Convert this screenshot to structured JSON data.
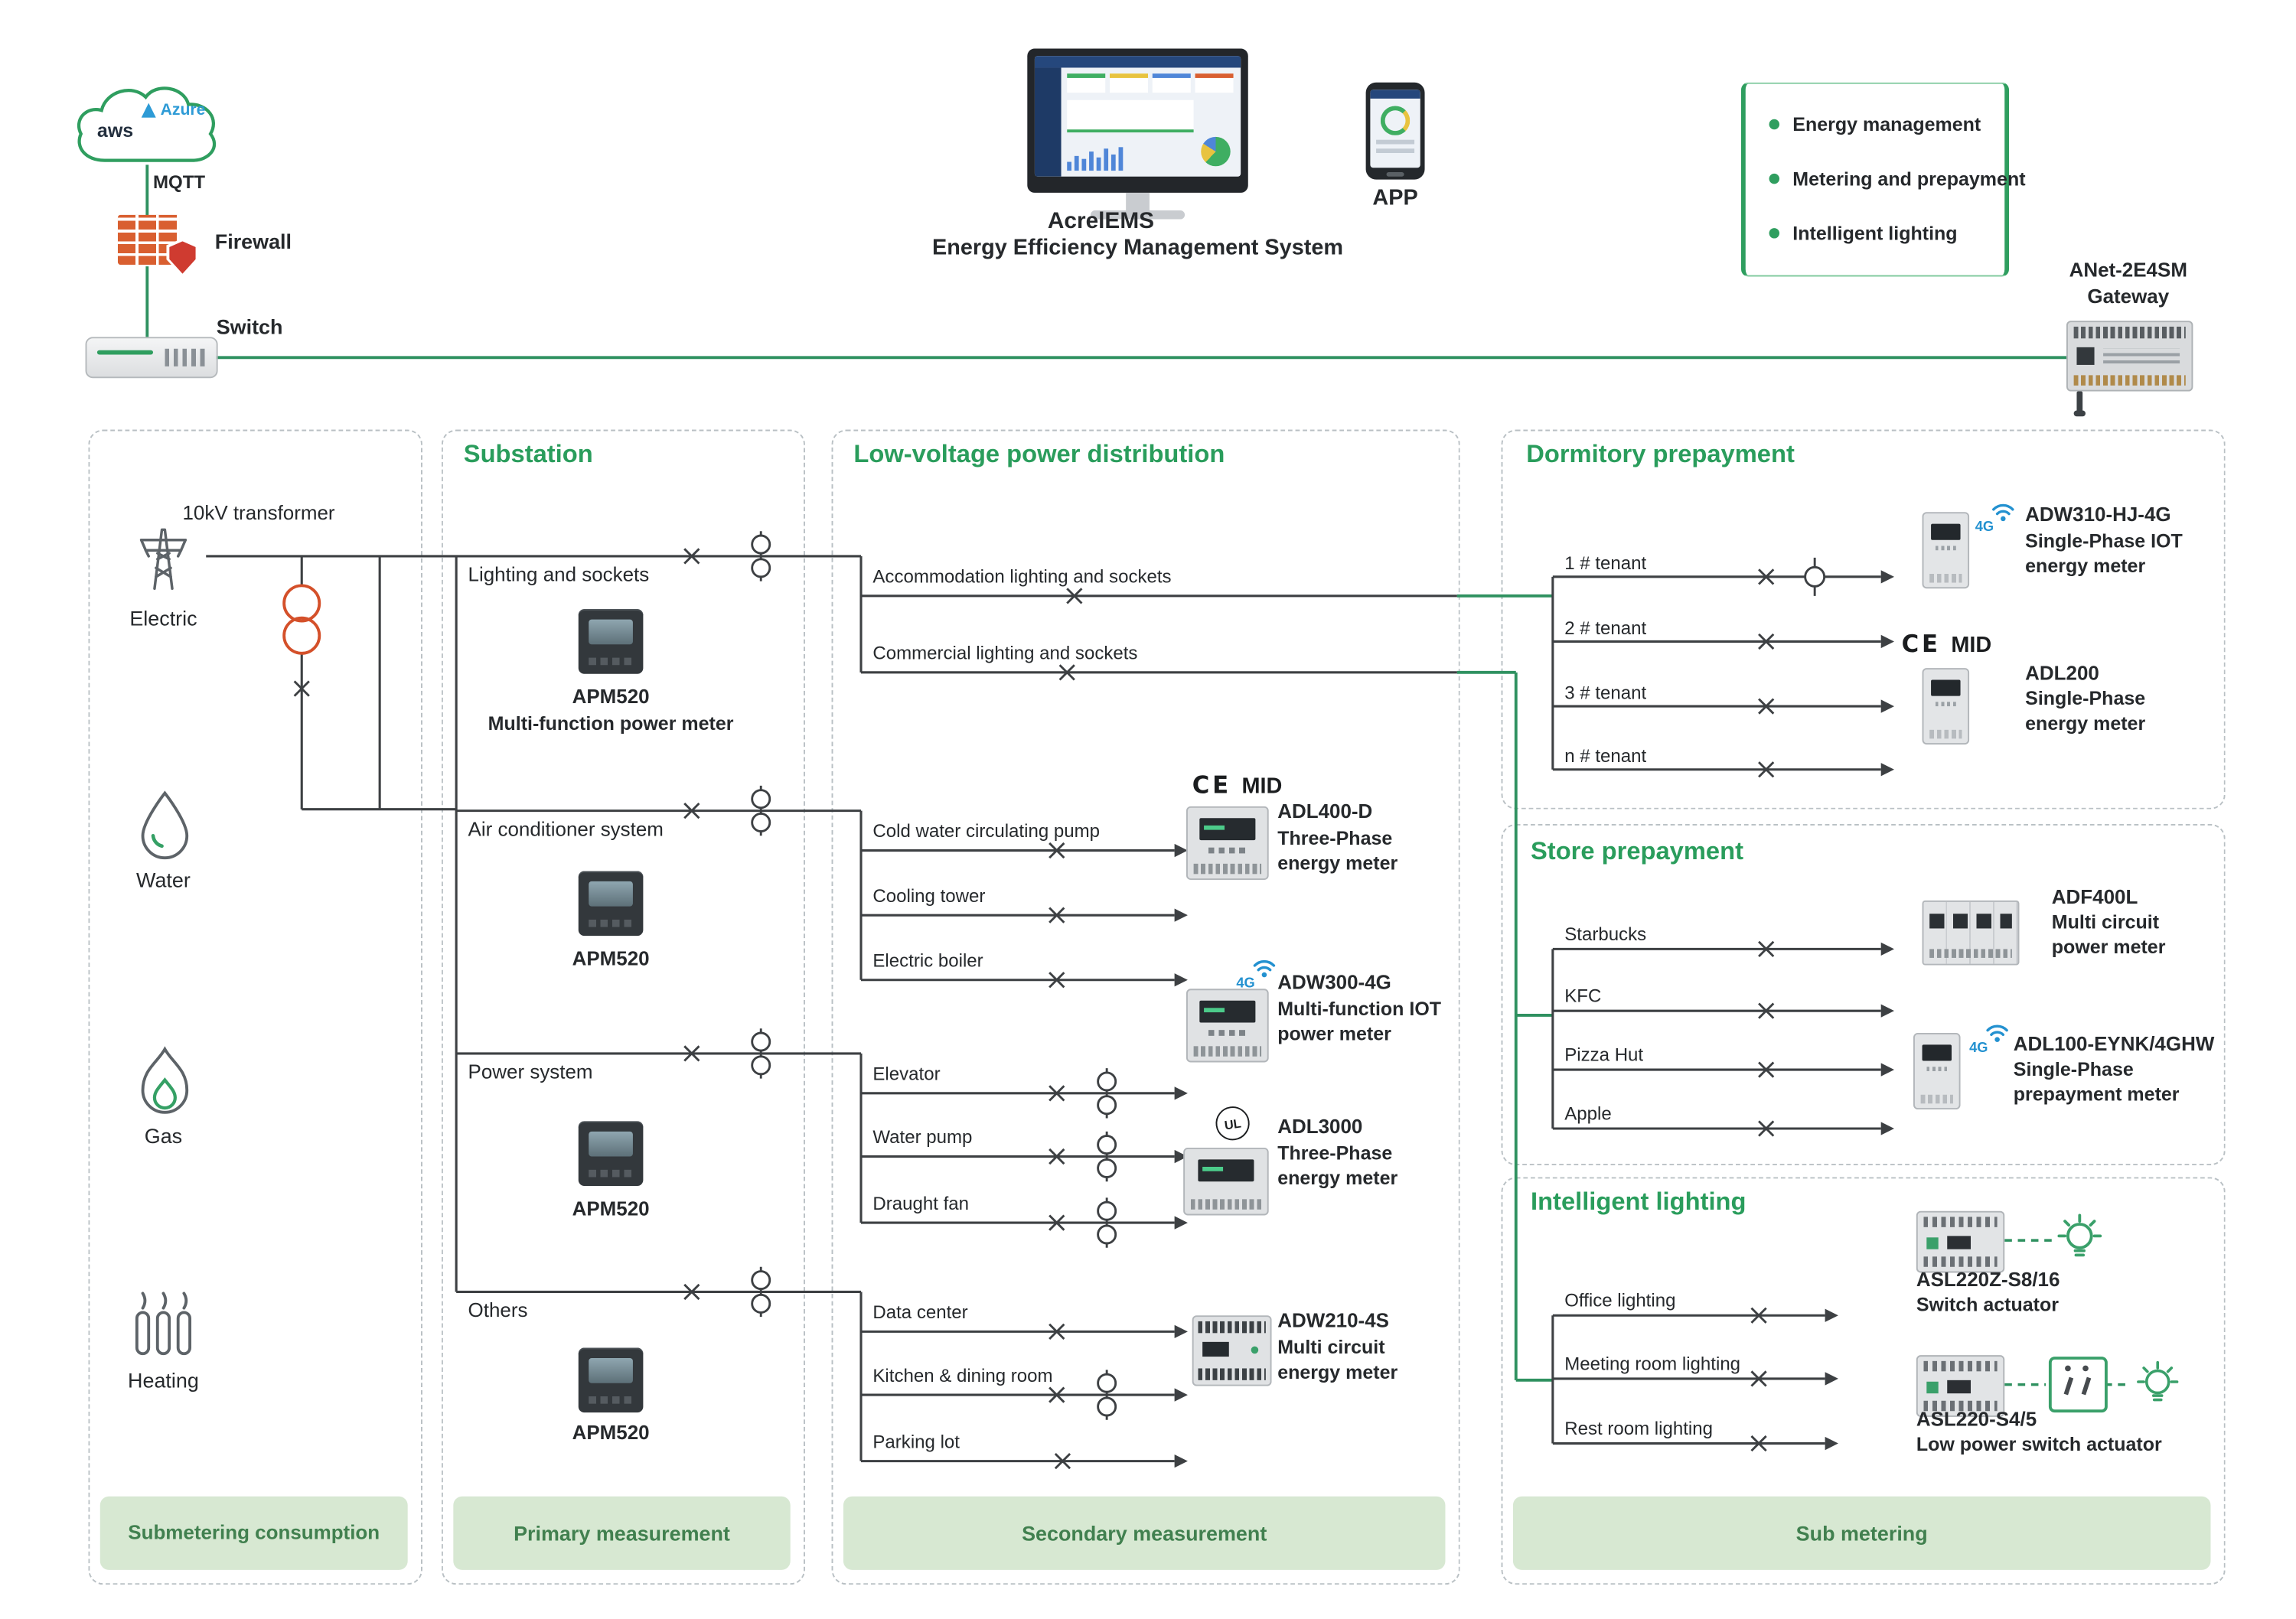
{
  "colors": {
    "accent_green": "#2f9e5f",
    "wire_dark": "#3d4043",
    "transformer_orange": "#d4502a",
    "footer_bg": "#d7e8d2",
    "footer_text": "#41804f",
    "badge_blue": "#2391d0"
  },
  "network": {
    "cloud_aws": "aws",
    "cloud_azure": "Azure",
    "mqtt": "MQTT",
    "firewall": "Firewall",
    "switch": "Switch",
    "system_name": "AcrelEMS",
    "system_subtitle": "Energy Efficiency Management System",
    "app": "APP",
    "features": [
      "Energy management",
      "Metering and prepayment",
      "Intelligent lighting"
    ],
    "gateway_name": "ANet-2E4SM",
    "gateway_type": "Gateway"
  },
  "sources": {
    "transformer": "10kV transformer",
    "items": [
      "Electric",
      "Water",
      "Gas",
      "Heating"
    ],
    "footer": "Submetering consumption"
  },
  "substation": {
    "title": "Substation",
    "rows": [
      {
        "label": "Lighting and sockets",
        "meter": "APM520",
        "meter_desc": "Multi-function power meter"
      },
      {
        "label": "Air conditioner system",
        "meter": "APM520"
      },
      {
        "label": "Power system",
        "meter": "APM520"
      },
      {
        "label": "Others",
        "meter": "APM520"
      }
    ],
    "footer": "Primary measurement"
  },
  "lv": {
    "title": "Low-voltage power distribution",
    "branches_g1": [
      "Accommodation lighting and sockets",
      "Commercial lighting and sockets"
    ],
    "branches_g2": [
      "Cold water circulating pump",
      "Cooling tower",
      "Electric boiler"
    ],
    "branches_g3": [
      "Elevator",
      "Water pump",
      "Draught fan"
    ],
    "branches_g4": [
      "Data center",
      "Kitchen & dining room",
      "Parking lot"
    ],
    "meters": [
      {
        "ce": "CE",
        "cert": "MID",
        "name": "ADL400-D",
        "desc1": "Three-Phase",
        "desc2": "energy meter"
      },
      {
        "badge": "4G",
        "name": "ADW300-4G",
        "desc1": "Multi-function IOT",
        "desc2": "power meter"
      },
      {
        "cert": "UL",
        "name": "ADL3000",
        "desc1": "Three-Phase",
        "desc2": "energy meter"
      },
      {
        "name": "ADW210-4S",
        "desc1": "Multi circuit",
        "desc2": "energy meter"
      }
    ],
    "footer": "Secondary measurement"
  },
  "dormitory": {
    "title": "Dormitory prepayment",
    "tenants": [
      "1 # tenant",
      "2 # tenant",
      "3 # tenant",
      "n # tenant"
    ],
    "meters": [
      {
        "badge": "4G",
        "name": "ADW310-HJ-4G",
        "desc1": "Single-Phase IOT",
        "desc2": "energy meter"
      },
      {
        "ce": "CE",
        "cert": "MID",
        "name": "ADL200",
        "desc1": "Single-Phase",
        "desc2": "energy meter"
      }
    ]
  },
  "store": {
    "title": "Store prepayment",
    "tenants": [
      "Starbucks",
      "KFC",
      "Pizza Hut",
      "Apple"
    ],
    "meters": [
      {
        "name": "ADF400L",
        "desc1": "Multi circuit",
        "desc2": "power meter"
      },
      {
        "badge": "4G",
        "name": "ADL100-EYNK/4GHW",
        "desc1": "Single-Phase",
        "desc2": "prepayment meter"
      }
    ]
  },
  "lighting": {
    "title": "Intelligent lighting",
    "branches": [
      "Office lighting",
      "Meeting room lighting",
      "Rest room lighting"
    ],
    "devices": [
      {
        "name": "ASL220Z-S8/16",
        "desc": "Switch actuator"
      },
      {
        "name": "ASL220-S4/5",
        "desc": "Low power switch actuator"
      }
    ],
    "footer": "Sub metering"
  }
}
